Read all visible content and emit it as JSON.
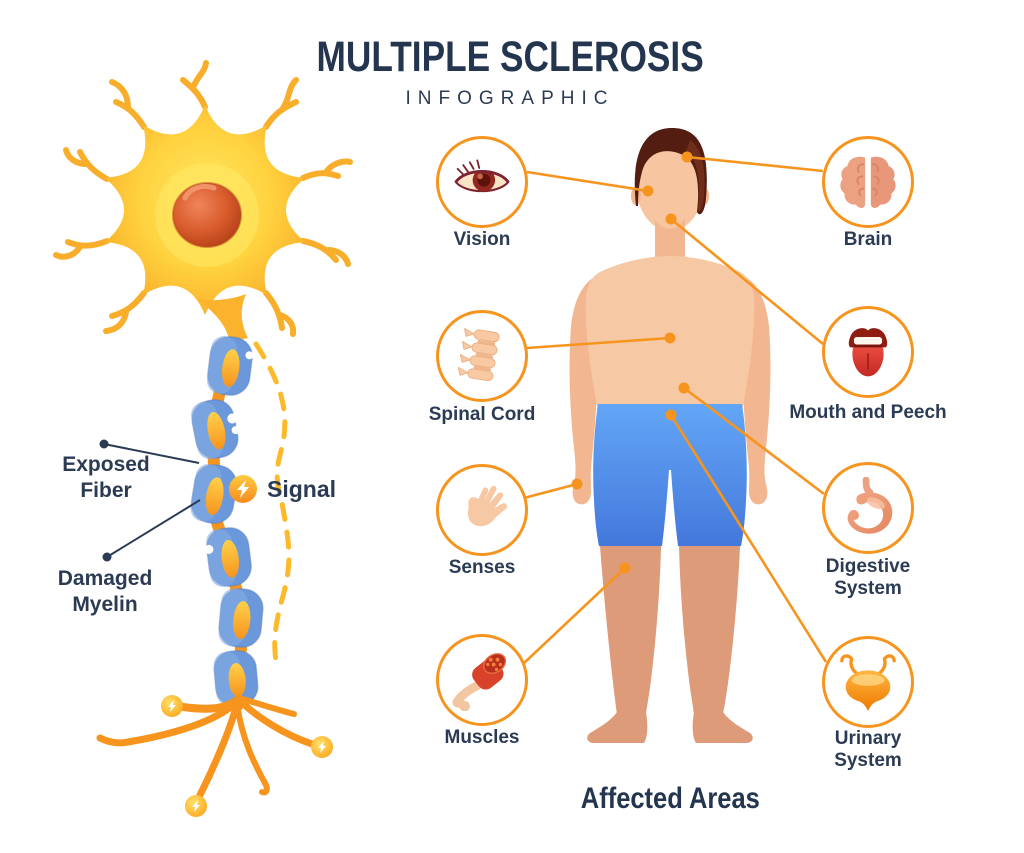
{
  "header": {
    "title": "MULTIPLE SCLEROSIS",
    "subtitle": "INFOGRAPHIC"
  },
  "neuron": {
    "labels": {
      "exposed_fiber": "Exposed\nFiber",
      "damaged_myelin": "Damaged\nMyelin",
      "signal": "Signal"
    }
  },
  "areas": {
    "left": [
      {
        "id": "vision",
        "label": "Vision",
        "icon": "eye-icon"
      },
      {
        "id": "spinal-cord",
        "label": "Spinal Cord",
        "icon": "spine-icon"
      },
      {
        "id": "senses",
        "label": "Senses",
        "icon": "hand-icon"
      },
      {
        "id": "muscles",
        "label": "Muscles",
        "icon": "muscle-icon"
      }
    ],
    "right": [
      {
        "id": "brain",
        "label": "Brain",
        "icon": "brain-icon"
      },
      {
        "id": "mouth-and-peech",
        "label": "Mouth and Peech",
        "icon": "mouth-tongue-icon"
      },
      {
        "id": "digestive-system",
        "label": "Digestive\nSystem",
        "icon": "stomach-icon"
      },
      {
        "id": "urinary-system",
        "label": "Urinary\nSystem",
        "icon": "bladder-icon"
      }
    ]
  },
  "footer": {
    "caption": "Affected Areas"
  },
  "colors": {
    "accent_orange": "#F7941E",
    "navy_text": "#2C3B54",
    "dash_yellow": "#FCBA2A",
    "myelin_blue": "#6A98DB",
    "shorts_blue": "#4F95EE",
    "skin_light": "#F7C8A4",
    "skin_dark": "#DE9B79",
    "neuron_yellow": "#FFD23F",
    "nucleus_red": "#D85B2C"
  }
}
